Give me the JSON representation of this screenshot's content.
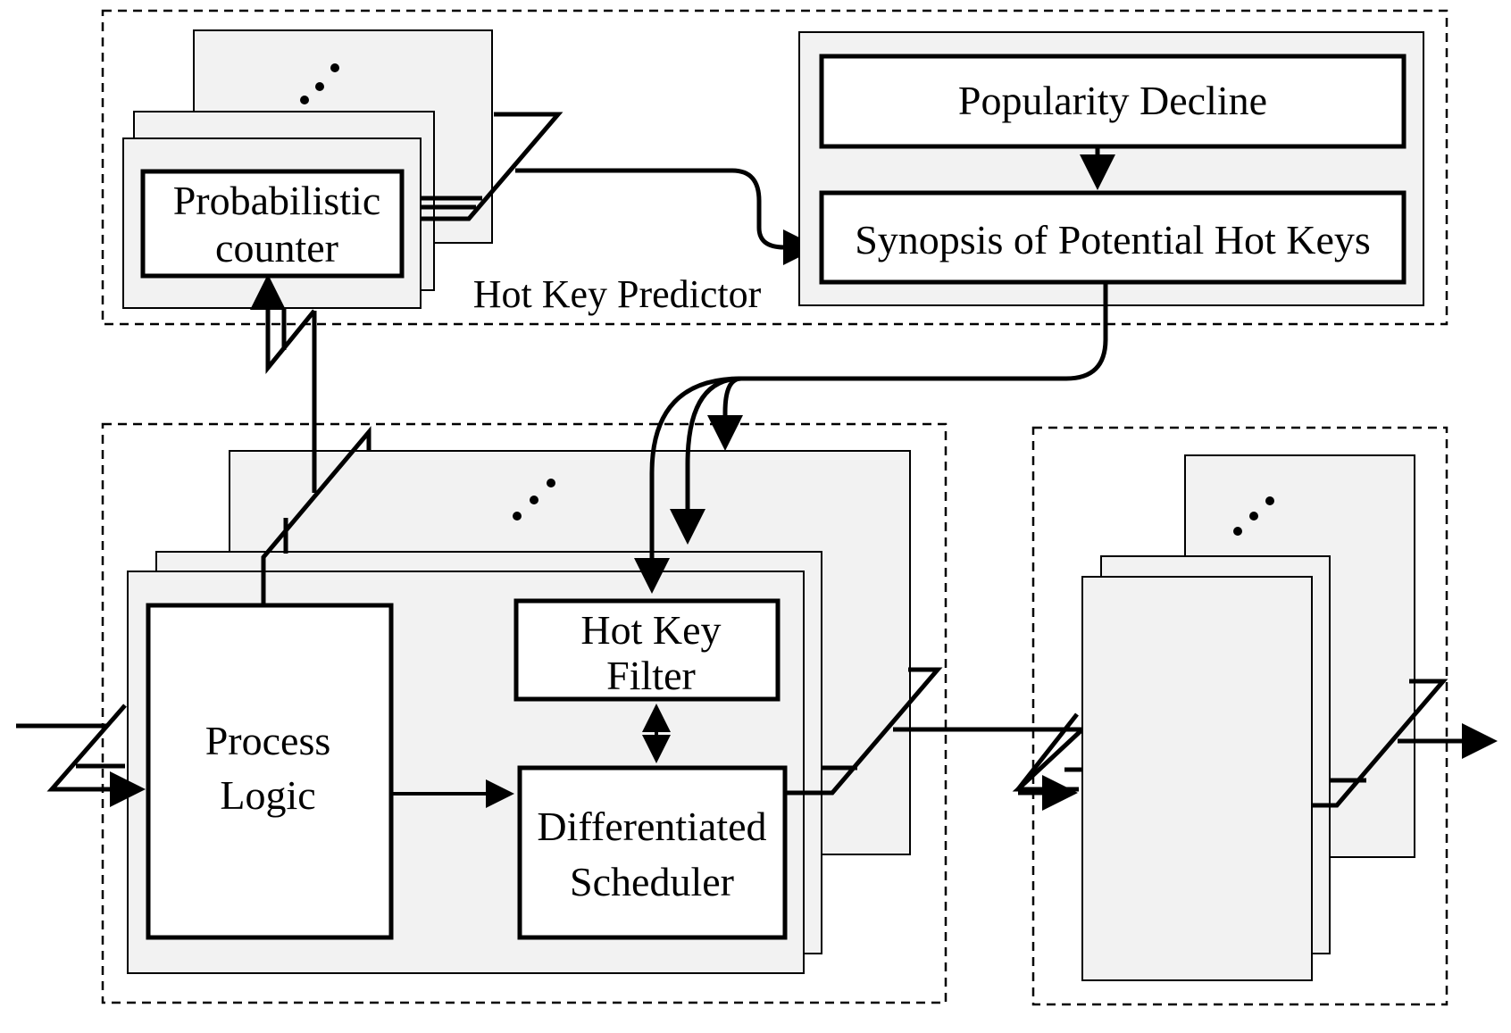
{
  "predictor": {
    "label": "Hot Key Predictor",
    "counter_line1": "Probabilistic",
    "counter_line2": "counter",
    "popularity": "Popularity Decline",
    "synopsis": "Synopsis of Potential Hot Keys"
  },
  "operator": {
    "process_line1": "Process",
    "process_line2": "Logic",
    "filter_line1": "Hot Key",
    "filter_line2": "Filter",
    "scheduler_line1": "Differentiated",
    "scheduler_line2": "Scheduler"
  },
  "colors": {
    "panel_fill": "#f2f2f2",
    "box_fill": "#ffffff",
    "stroke": "#000000"
  }
}
